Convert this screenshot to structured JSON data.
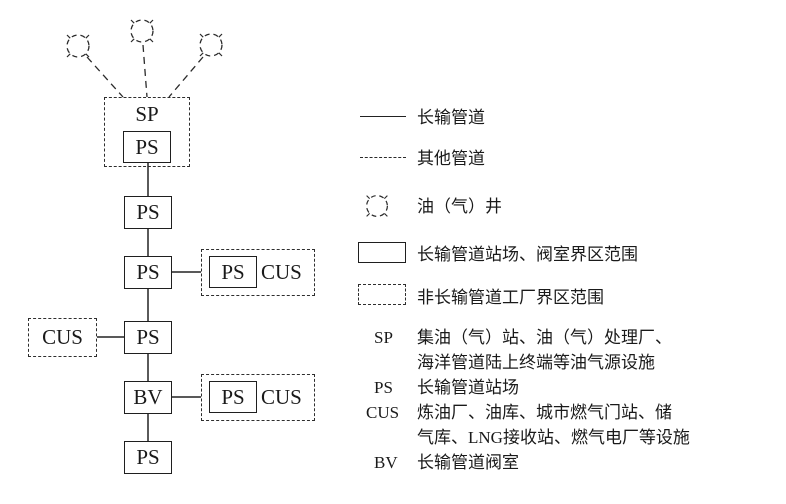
{
  "diagram": {
    "labels": {
      "sp": "SP",
      "ps": "PS",
      "cus": "CUS",
      "bv": "BV"
    },
    "colors": {
      "ink": "#1a1a1a"
    }
  },
  "legend": {
    "items": [
      {
        "symbol": "solid-line",
        "label": "长输管道"
      },
      {
        "symbol": "dashed-line",
        "label": "其他管道"
      },
      {
        "symbol": "well",
        "label": "油（气）井"
      },
      {
        "symbol": "solid-rect",
        "label": "长输管道站场、阀室界区范围"
      },
      {
        "symbol": "dashed-rect",
        "label": "非长输管道工厂界区范围"
      }
    ],
    "abbreviations": [
      {
        "abbr": "SP",
        "definition": "集油（气）站、油（气）处理厂、\n海洋管道陆上终端等油气源设施"
      },
      {
        "abbr": "PS",
        "definition": "长输管道站场"
      },
      {
        "abbr": "CUS",
        "definition": "炼油厂、油库、城市燃气门站、储\n气库、LNG接收站、燃气电厂等设施"
      },
      {
        "abbr": "BV",
        "definition": "长输管道阀室"
      }
    ]
  }
}
